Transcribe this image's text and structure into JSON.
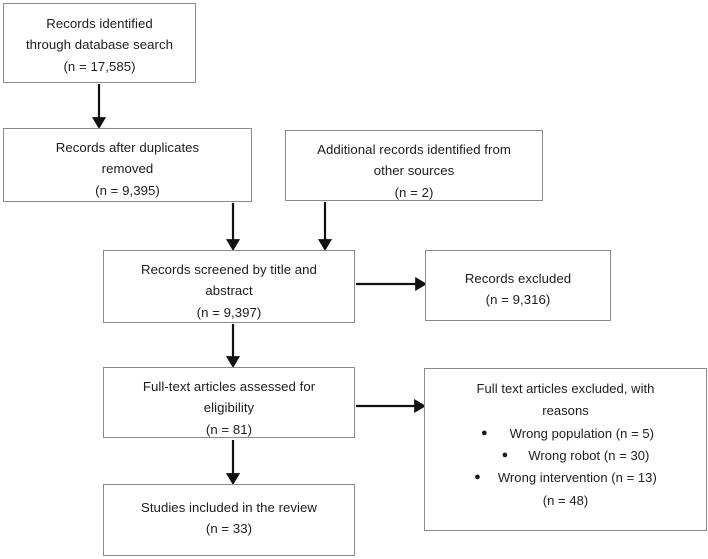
{
  "diagram": {
    "title": "PRISMA study selection flow diagram",
    "type": "flowchart",
    "line_color": "#8a8a8a",
    "arrow_color": "#111111",
    "text_color": "#1d1d1d",
    "background": "#ffffff"
  },
  "nodes": {
    "identified": {
      "line1": "Records identified",
      "line2": "through database search",
      "line3": "(n = 17,585)",
      "count": 17585
    },
    "duplicates": {
      "line1": "Records after duplicates",
      "line2": "removed",
      "line3": "(n = 9,395)",
      "count": 9395
    },
    "additional": {
      "line1": "Additional records identified from",
      "line2": "other sources",
      "line3": "(n = 2)",
      "count": 2
    },
    "screened": {
      "line1": "Records screened by title and",
      "line2": "abstract",
      "line3": "(n = 9,397)",
      "count": 9397
    },
    "excluded": {
      "line1": "Records excluded",
      "line2": "(n = 9,316)",
      "count": 9316
    },
    "fulltext": {
      "line1": "Full-text articles assessed for",
      "line2": "eligibility",
      "line3": "(n = 81)",
      "count": 81
    },
    "reasons": {
      "line1": "Full text articles excluded, with",
      "line2": "reasons",
      "bullet_glyph": "●",
      "bullets": [
        {
          "label": "Wrong population (n = 5)",
          "reason": "Wrong population",
          "count": 5
        },
        {
          "label": "Wrong robot (n = 30)",
          "reason": "Wrong robot",
          "count": 30
        },
        {
          "label": "Wrong intervention (n = 13)",
          "reason": "Wrong intervention",
          "count": 13
        }
      ],
      "total": "(n = 48)",
      "total_count": 48
    },
    "included": {
      "line1": "Studies included in the review",
      "line2": "(n = 33)",
      "count": 33
    }
  },
  "edges": [
    {
      "from": "identified",
      "to": "duplicates",
      "direction": "down"
    },
    {
      "from": "duplicates",
      "to": "screened",
      "direction": "down"
    },
    {
      "from": "additional",
      "to": "screened",
      "direction": "down"
    },
    {
      "from": "screened",
      "to": "excluded",
      "direction": "right"
    },
    {
      "from": "screened",
      "to": "fulltext",
      "direction": "down"
    },
    {
      "from": "fulltext",
      "to": "reasons",
      "direction": "right"
    },
    {
      "from": "fulltext",
      "to": "included",
      "direction": "down"
    }
  ]
}
